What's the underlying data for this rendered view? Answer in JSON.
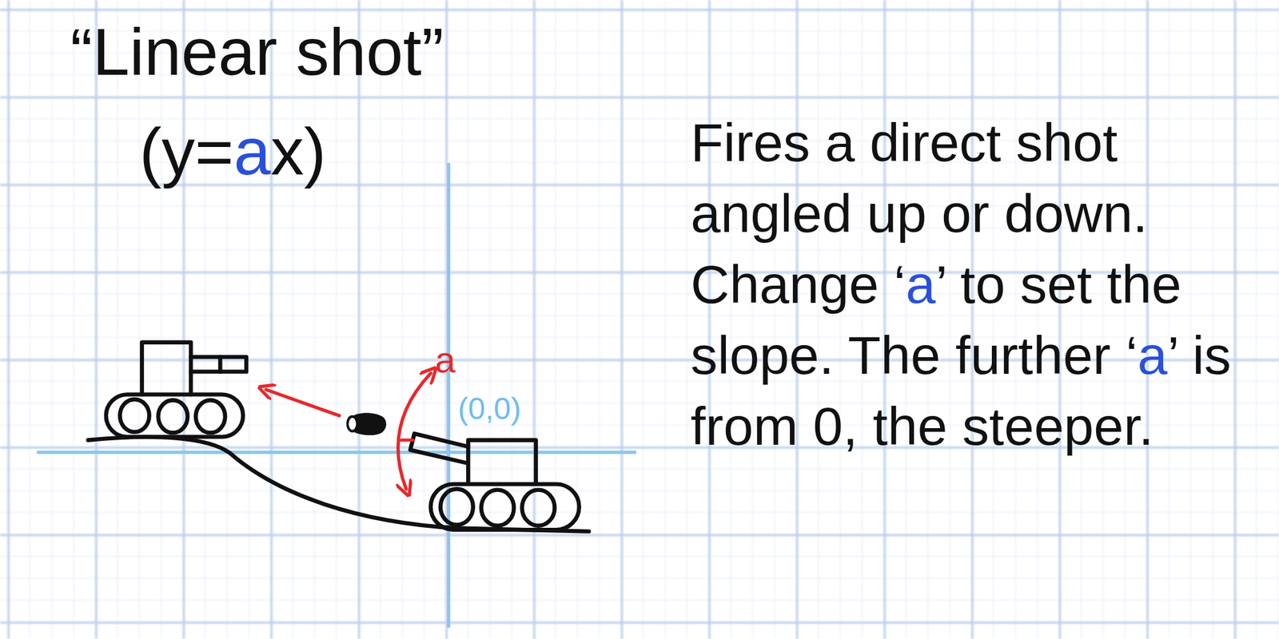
{
  "diagram": {
    "title": "“Linear shot”",
    "labels": [
      "(y=ax)",
      "a",
      "(0,0)",
      "Fires a direct shot angled up or down. Change ‘a’ to set the slope. The further ‘a’ is from 0, the steeper."
    ]
  }
}
